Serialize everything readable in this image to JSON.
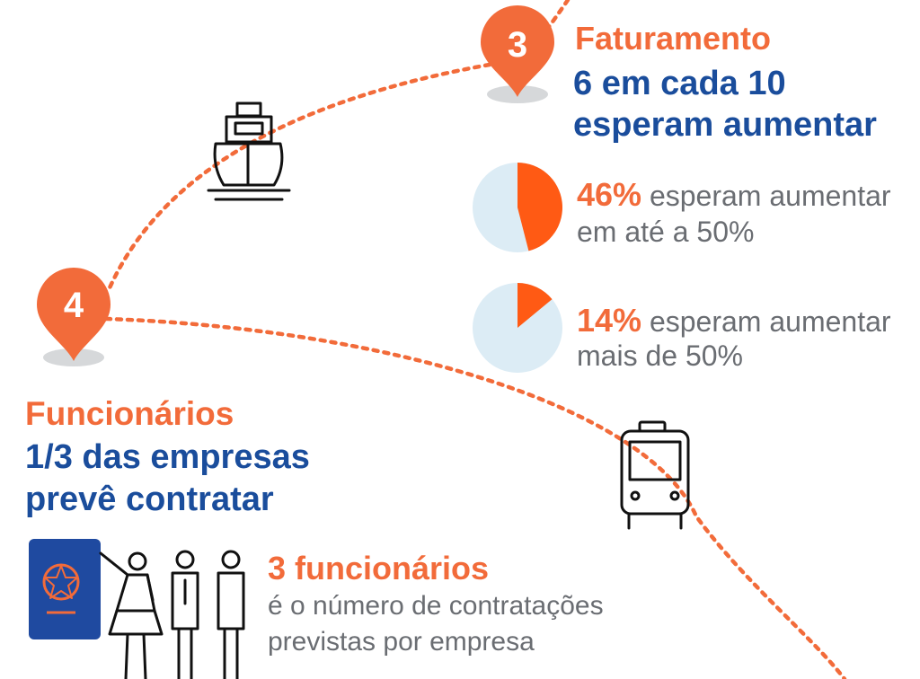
{
  "colors": {
    "orange": "#f26b3a",
    "pie_orange": "#ff5a14",
    "blue": "#1a4d9c",
    "gray_text": "#6a6d72",
    "pie_bg": "#dcecf5",
    "pin_shadow": "#d6d8da",
    "passport": "#1f4aa0",
    "passport_emblem": "#f26b3a"
  },
  "pin3": {
    "number": "3"
  },
  "pin4": {
    "number": "4"
  },
  "revenue": {
    "title": "Faturamento",
    "headline_1": "6 em cada 10",
    "headline_2": "esperam aumentar",
    "stats": [
      {
        "pct_label": "46%",
        "value": 46,
        "text_1": "esperam aumentar",
        "text_2": "em até a 50%"
      },
      {
        "pct_label": "14%",
        "value": 14,
        "text_1": "esperam aumentar",
        "text_2": "mais de 50%"
      }
    ]
  },
  "employees": {
    "title": "Funcionários",
    "headline_1": "1/3 das empresas",
    "headline_2": "prevê contratar",
    "stat_title": "3 funcionários",
    "stat_text_1": "é o número de contratações",
    "stat_text_2": "previstas por empresa"
  },
  "icons": [
    "ship-icon",
    "bus-icon",
    "passport-icon",
    "people-icon",
    "map-pin-icon"
  ]
}
